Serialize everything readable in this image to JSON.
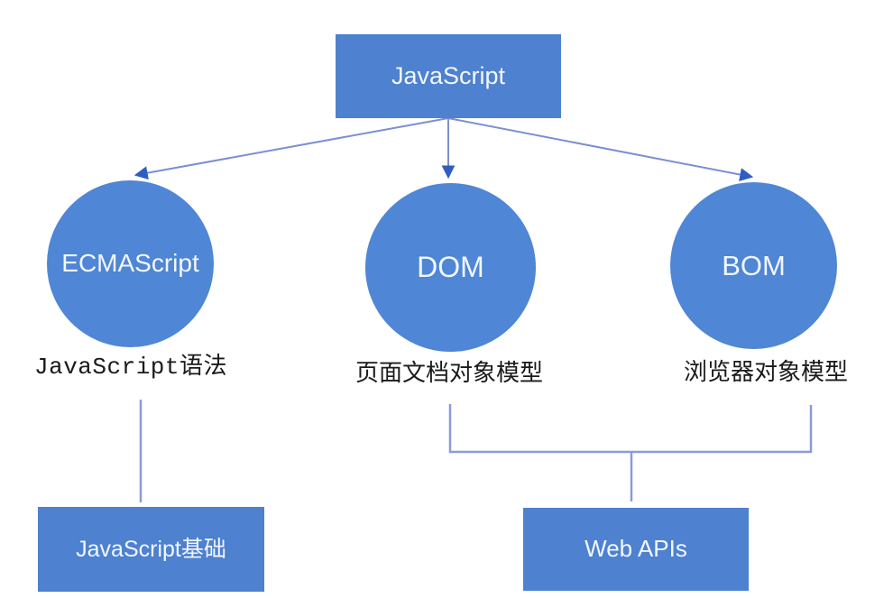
{
  "diagram": {
    "root": {
      "label": "JavaScript"
    },
    "branches": [
      {
        "name": "ECMAScript",
        "caption": "JavaScript语法"
      },
      {
        "name": "DOM",
        "caption": "页面文档对象模型"
      },
      {
        "name": "BOM",
        "caption": "浏览器对象模型"
      }
    ],
    "footers": [
      {
        "label": "JavaScript基础"
      },
      {
        "label": "Web APIs"
      }
    ],
    "colors": {
      "background": "#ffffff",
      "box_fill": "#4e81cf",
      "circle_fill": "#4f86d5",
      "shape_text": "#f2f7fd",
      "label_text": "#1a1a1a",
      "connector": "#8b9ad9",
      "arrow_line": "#7b8fd2",
      "arrow_head": "#2e5ec4"
    }
  }
}
